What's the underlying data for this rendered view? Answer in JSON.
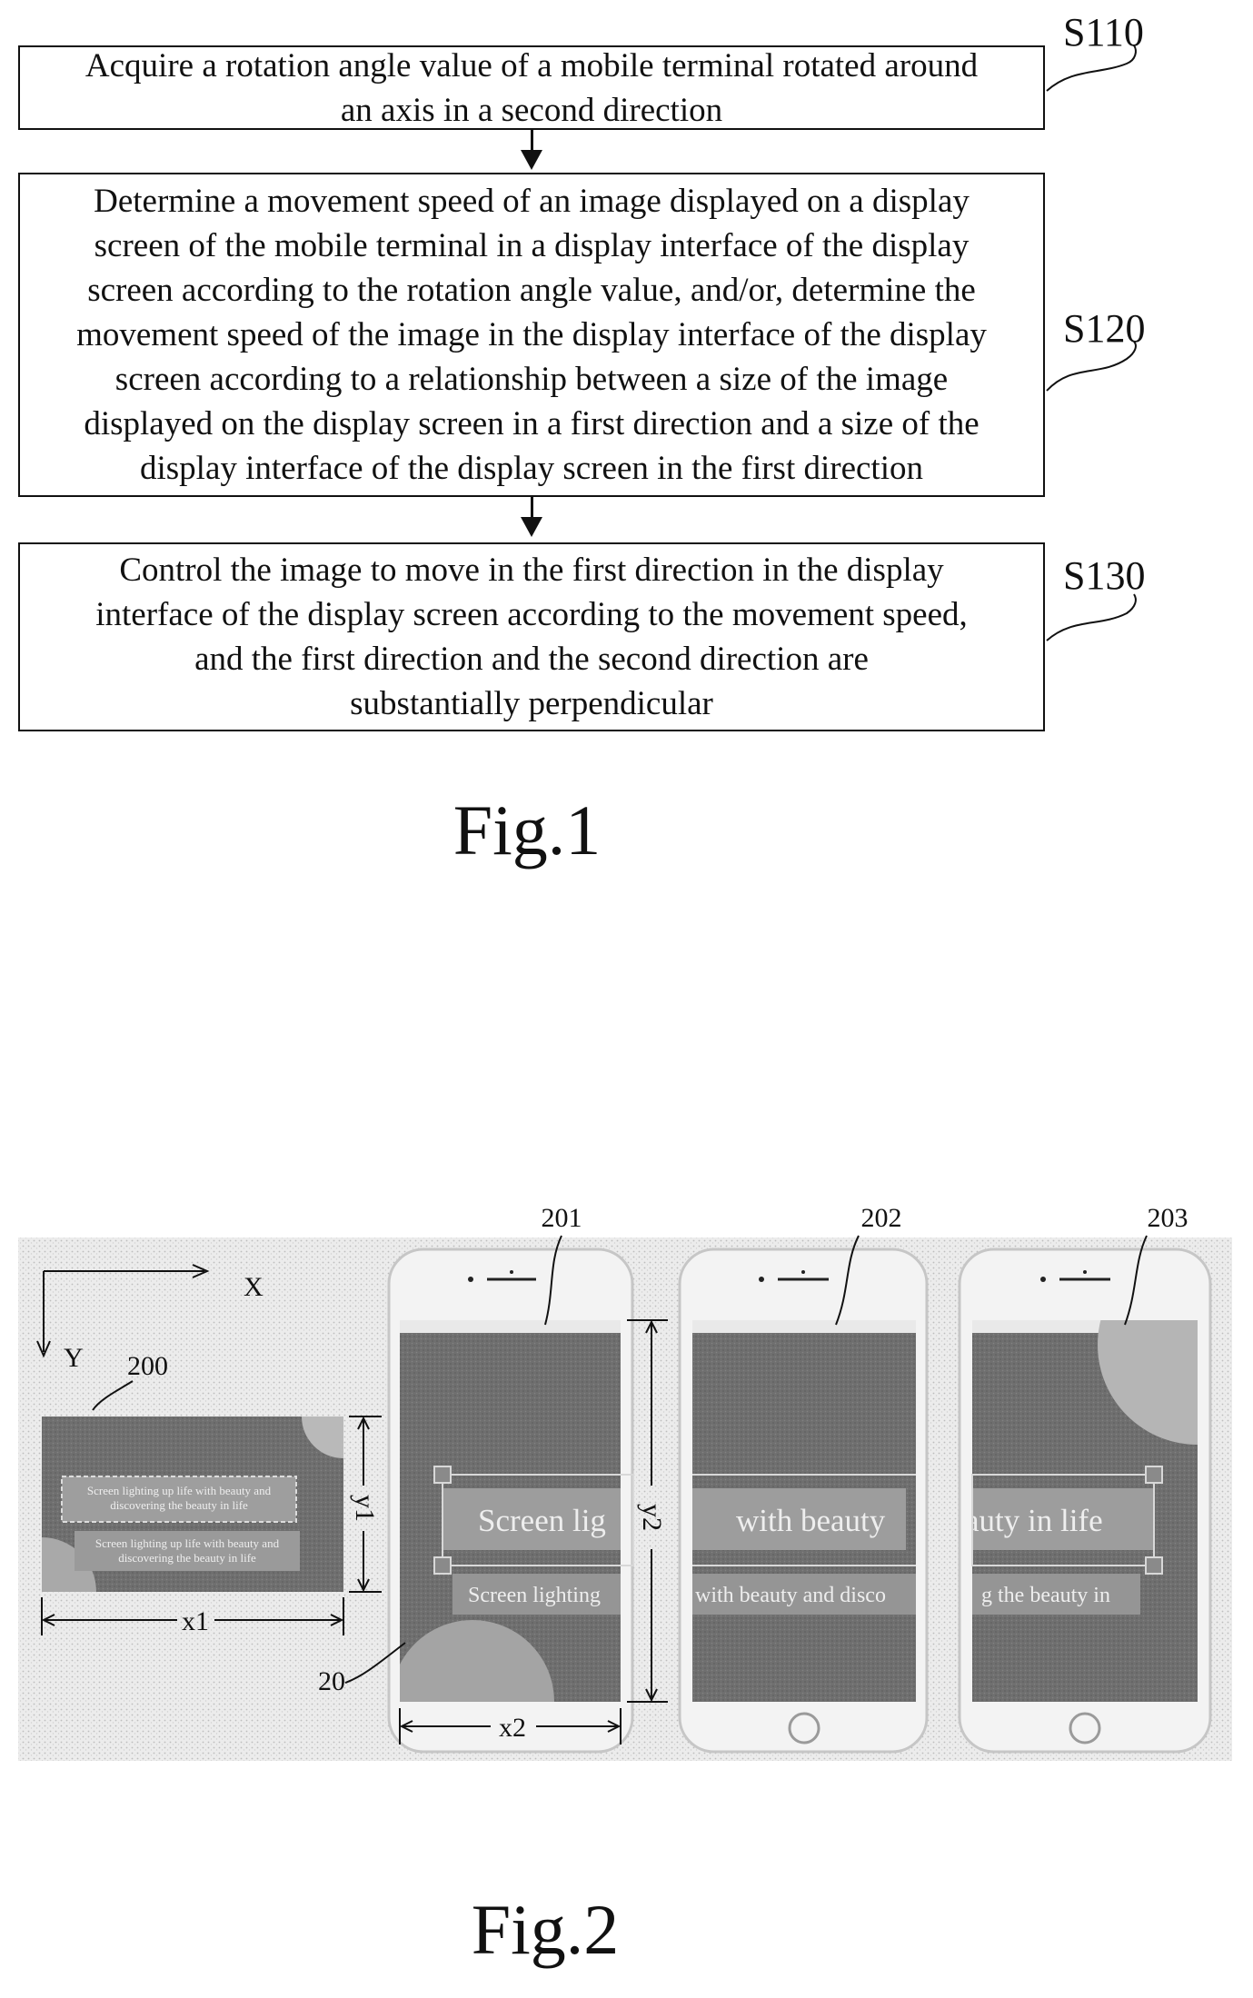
{
  "fig1": {
    "steps": [
      {
        "label": "S110",
        "text": "Acquire a rotation angle value of a mobile terminal rotated around\nan axis in a second direction"
      },
      {
        "label": "S120",
        "text": "Determine a movement speed of an image displayed on a display\nscreen of the mobile terminal in a display interface of the display\nscreen according to the rotation angle value, and/or, determine the\nmovement speed of the image in the display interface of the display\nscreen according to a relationship between a size of the image\ndisplayed on the display screen in a first direction and a size of the\ndisplay interface of the display screen in the first direction"
      },
      {
        "label": "S130",
        "text": "Control the image to move in the first direction in the display\ninterface of the display screen according to the movement speed,\nand the first direction and the second direction are\nsubstantially perpendicular"
      }
    ],
    "caption": "Fig.1"
  },
  "fig2": {
    "axis_x": "X",
    "axis_y": "Y",
    "image_label": "200",
    "dim_x1": "x1",
    "dim_y1": "y1",
    "dim_x2": "x2",
    "dim_y2": "y2",
    "screen_label": "20",
    "image_text_line1": "Screen lighting up life with beauty and",
    "image_text_line2": "discovering the beauty in life",
    "phones": [
      {
        "label": "201",
        "big_text": "Screen lig",
        "small_text": "Screen lighting"
      },
      {
        "label": "202",
        "big_text": "with beauty",
        "small_text": "with beauty and disco"
      },
      {
        "label": "203",
        "big_text": "auty in life",
        "small_text": "g the beauty in"
      }
    ],
    "caption": "Fig.2"
  }
}
